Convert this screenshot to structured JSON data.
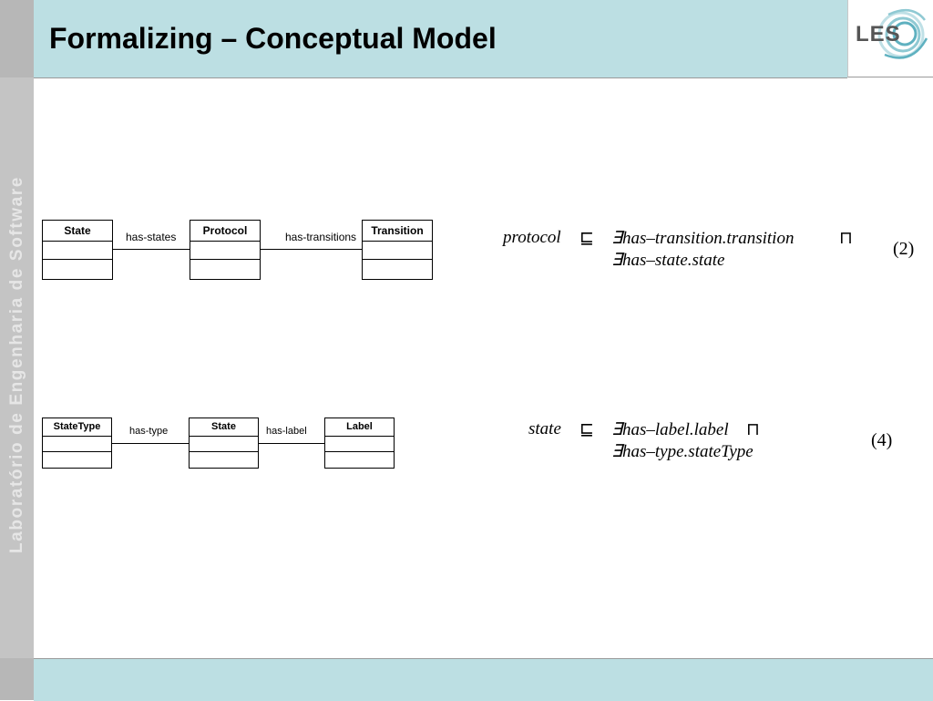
{
  "slide": {
    "title": "Formalizing – Conceptual Model",
    "side_label": "Laboratório de Engenharia de Software",
    "logo_text": "LES"
  },
  "diagram1": {
    "classes": [
      "State",
      "Protocol",
      "Transition"
    ],
    "associations": [
      "has-states",
      "has-transitions"
    ]
  },
  "diagram2": {
    "classes": [
      "StateType",
      "State",
      "Label"
    ],
    "associations": [
      "has-type",
      "has-label"
    ]
  },
  "formula1": {
    "lhs": "protocol",
    "subsumes": "⊑",
    "line1": "∃has–transition.transition",
    "conj": "⊓",
    "line2": "∃has–state.state",
    "number": "(2)"
  },
  "formula2": {
    "lhs": "state",
    "subsumes": "⊑",
    "line1": "∃has–label.label",
    "conj": "⊓",
    "line2": "∃has–type.stateType",
    "number": "(4)"
  }
}
